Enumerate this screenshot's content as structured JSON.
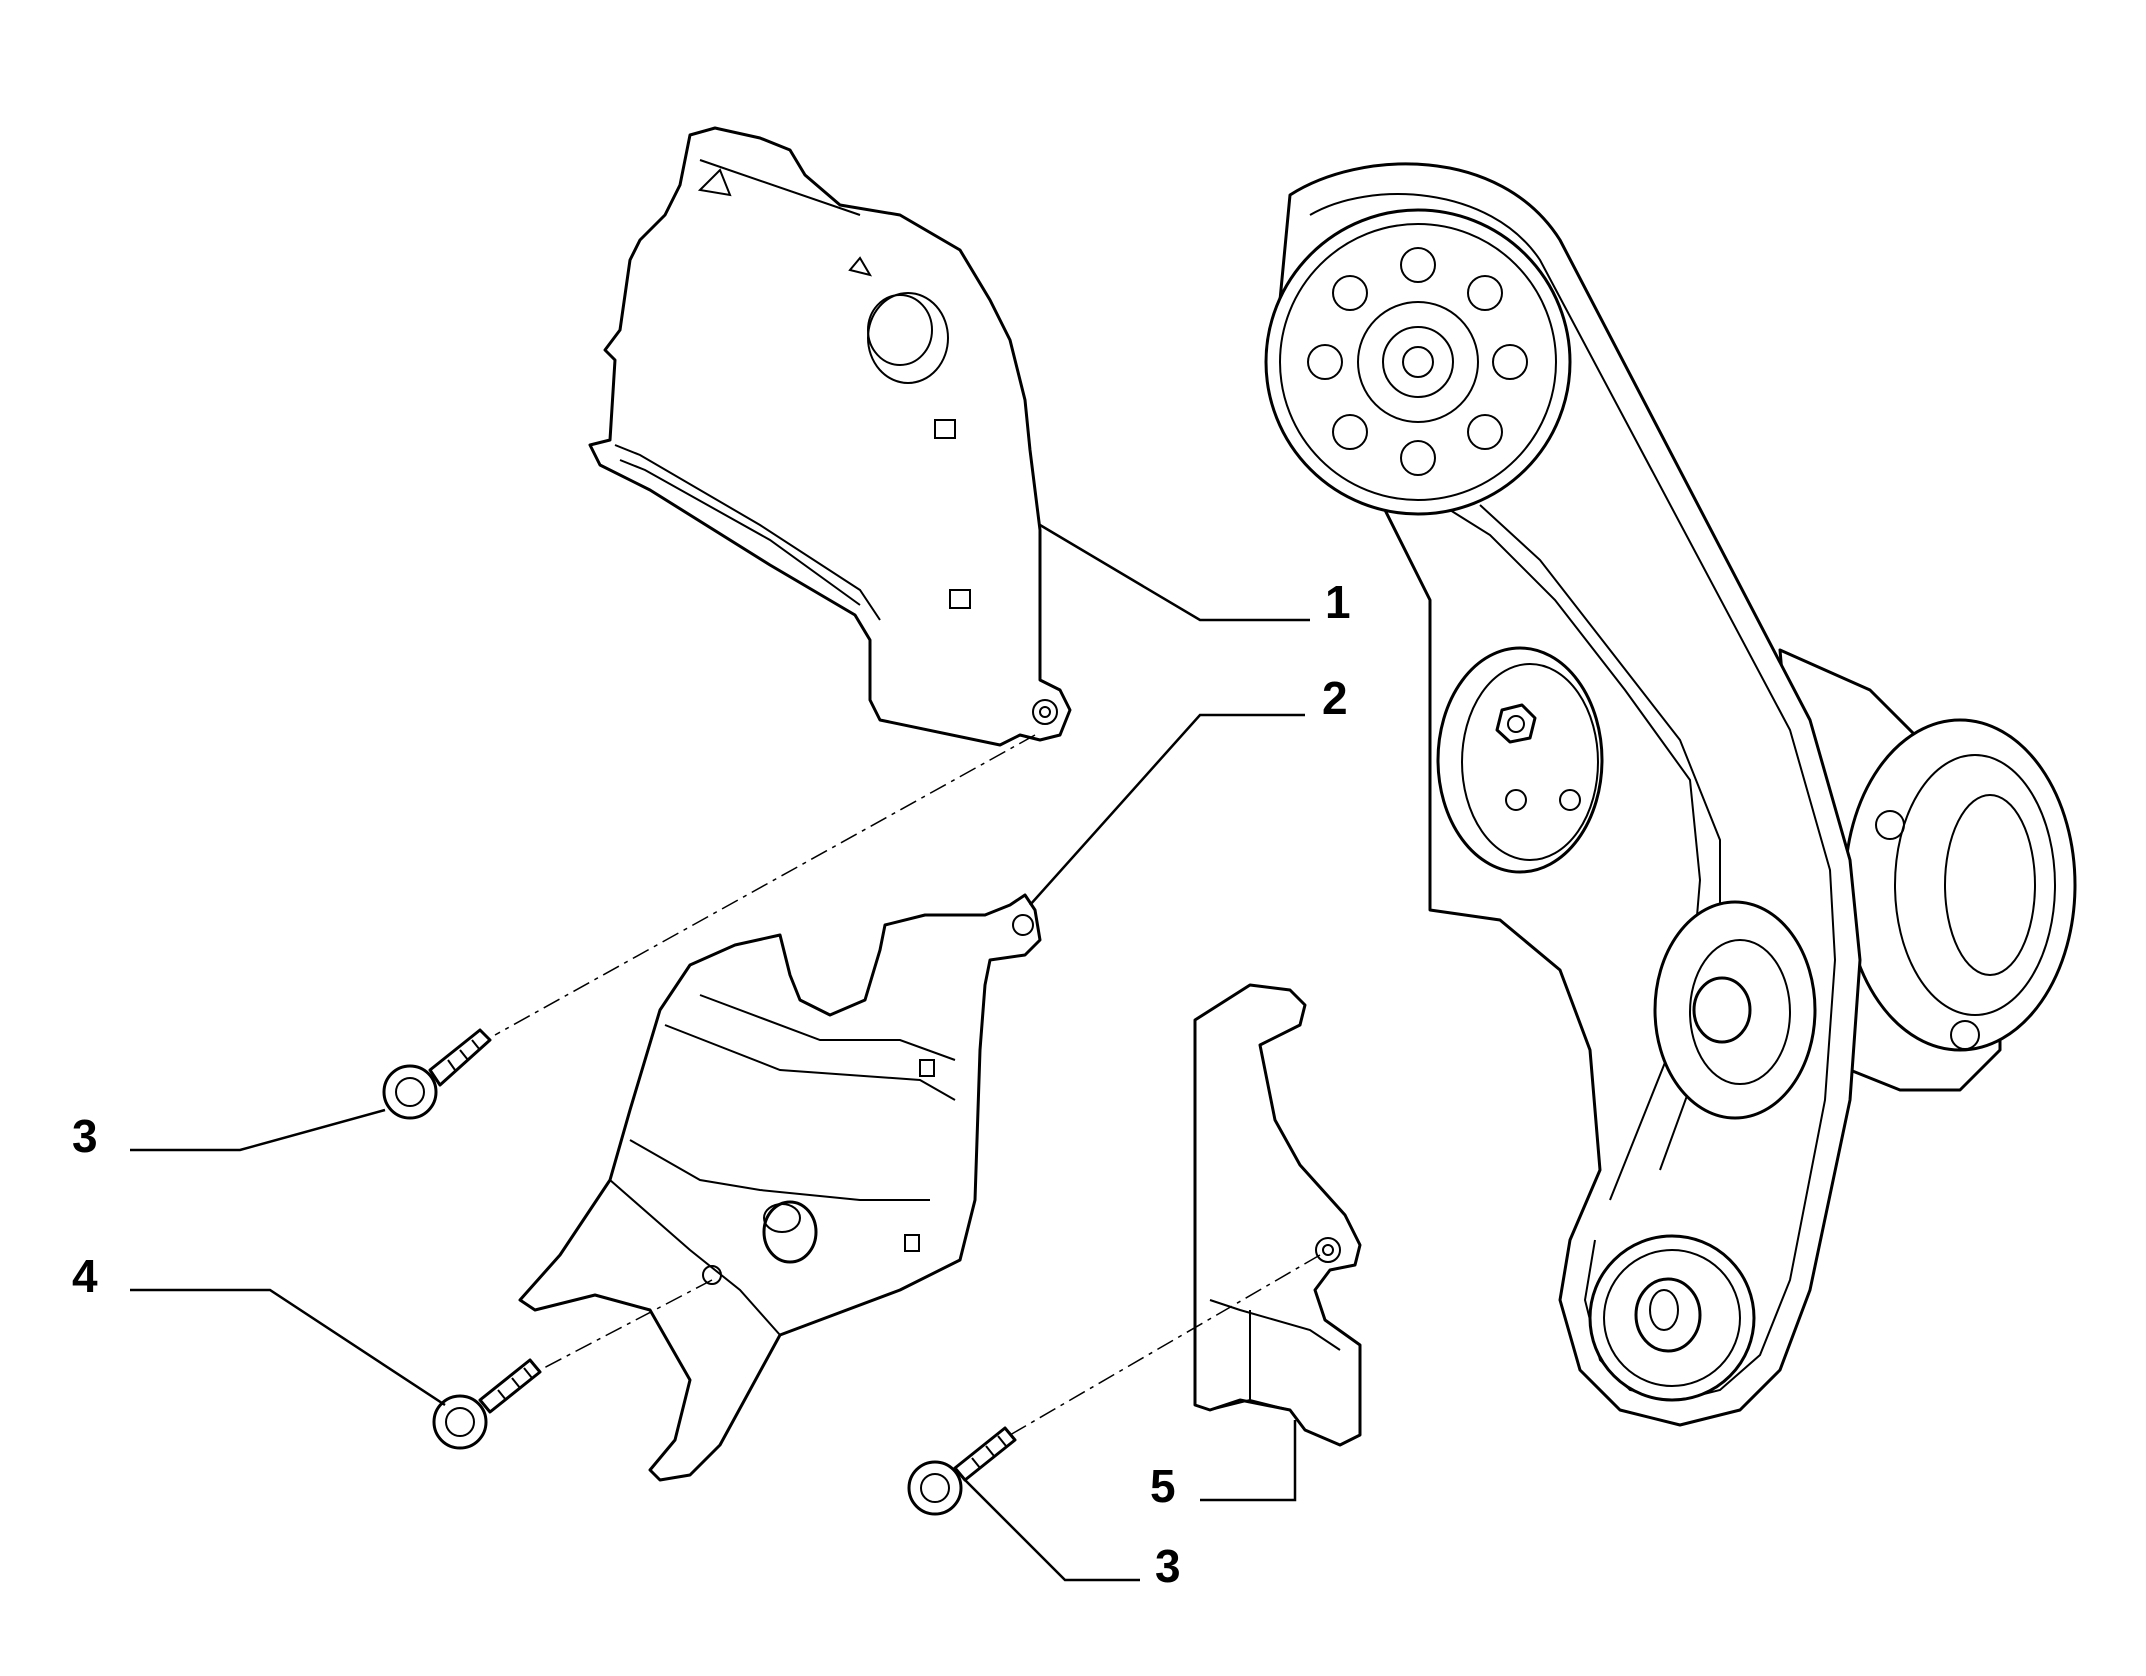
{
  "callouts": [
    {
      "id": "1",
      "label": "1"
    },
    {
      "id": "2",
      "label": "2"
    },
    {
      "id": "3a",
      "label": "3"
    },
    {
      "id": "4",
      "label": "4"
    },
    {
      "id": "5",
      "label": "5"
    },
    {
      "id": "3b",
      "label": "3"
    }
  ],
  "colors": {
    "line": "#000000",
    "background": "#ffffff"
  }
}
